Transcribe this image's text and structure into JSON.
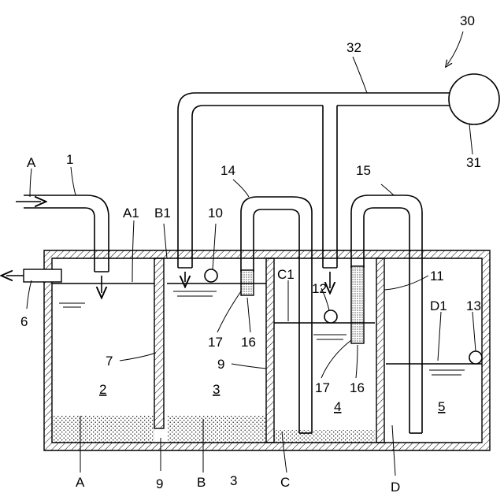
{
  "labels": {
    "system_number": "30",
    "pump": "31",
    "main_pipe": "32",
    "inlet_arrow_A": "A",
    "inlet_pipe": "1",
    "tank_outlet": "6",
    "partition_7": "7",
    "partition_9_bottom": "9",
    "partition_9_mid": "9",
    "siphon_14": "14",
    "siphon_15": "15",
    "float_10": "10",
    "float_12": "12",
    "float_13": "13",
    "wall_11": "11",
    "level_A1": "A1",
    "level_B1": "B1",
    "level_C1": "C1",
    "level_D1": "D1",
    "filter_16_left": "16",
    "filter_16_right": "16",
    "filter_17_left": "17",
    "filter_17_right": "17",
    "chamber_2": "2",
    "chamber_3": "3",
    "chamber_4": "4",
    "chamber_5": "5",
    "region_A": "A",
    "region_B": "B",
    "region_C": "C",
    "region_D": "D",
    "bottom_3": "3"
  }
}
